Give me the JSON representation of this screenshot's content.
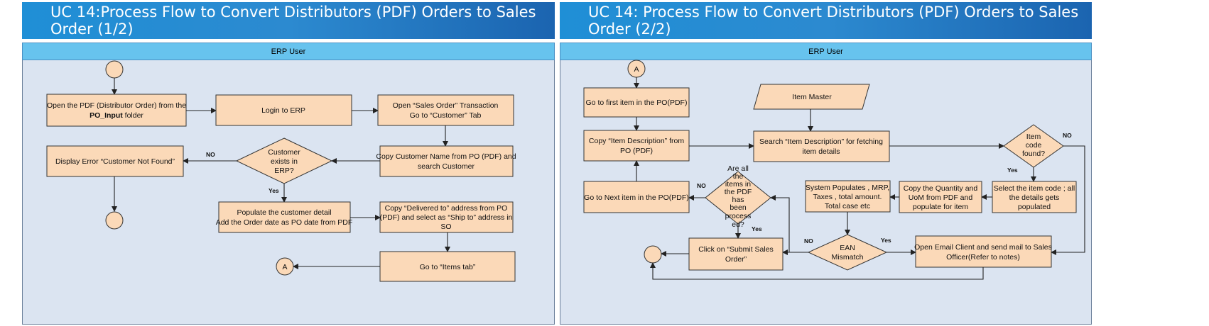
{
  "left": {
    "title": "UC 14:Process Flow to Convert Distributors (PDF) Orders to Sales Order  (1/2)",
    "lane": "ERP User",
    "open_pdf_1": "Open the PDF (Distributor Order) from the",
    "open_pdf_2_bold": "PO_Input",
    "open_pdf_2_rest": " folder",
    "login": "Login to ERP",
    "open_so_1": "Open “Sales Order” Transaction",
    "open_so_2": "Go to “Customer” Tab",
    "copy_cust_1": "Copy Customer Name from PO (PDF) and",
    "copy_cust_2": "search Customer",
    "decision_1": "Customer",
    "decision_2": "exists  in",
    "decision_3": "ERP?",
    "no": "NO",
    "yes": "Yes",
    "error": "Display  Error “Customer Not Found”",
    "populate_1": "Populate the customer detail",
    "populate_2": "Add the Order date  as PO date from PDF",
    "copy_del_1": "Copy “Delivered to” address from PO",
    "copy_del_2": "(PDF) and select as “Ship to” address in",
    "copy_del_3": "SO",
    "items_tab": "Go to “Items tab”",
    "connector": "A"
  },
  "right": {
    "title": "UC 14: Process Flow to Convert Distributors (PDF) Orders to Sales Order (2/2)",
    "lane": "ERP User",
    "connector": "A",
    "first_item": "Go to first item in the  PO(PDF)",
    "item_master": "Item Master",
    "copy_desc_1": "Copy “Item Description” from",
    "copy_desc_2": "PO (PDF)",
    "search_1": "Search “Item Description” for fetching",
    "search_2": "item details",
    "found_1": "Item",
    "found_2": "code",
    "found_3": "found?",
    "no": "NO",
    "yes": "Yes",
    "next_item": "Go to Next item in the PO(PDF)",
    "processed_1": "Are all",
    "processed_2": "the",
    "processed_3": "items in",
    "processed_4": "the PDF",
    "processed_5": "has",
    "processed_6": "been",
    "processed_7": "process",
    "processed_8": "ed?",
    "sys_pop_1": "System Populates   , MRP,",
    "sys_pop_2": "Taxes , total amount.",
    "sys_pop_3": "Total case  etc",
    "copy_qty_1": "Copy the Quantity and",
    "copy_qty_2": "UoM from PDF and",
    "copy_qty_3": "populate for item",
    "select_code_1": "Select the item code ; all",
    "select_code_2": "the details gets",
    "select_code_3": "populated",
    "submit_1": "Click on “Submit Sales",
    "submit_2": "Order”",
    "ean_1": "EAN",
    "ean_2": "Mismatch",
    "email_1": "Open Email Client and send mail to Sales",
    "email_2": "Officer(Refer to notes)"
  }
}
